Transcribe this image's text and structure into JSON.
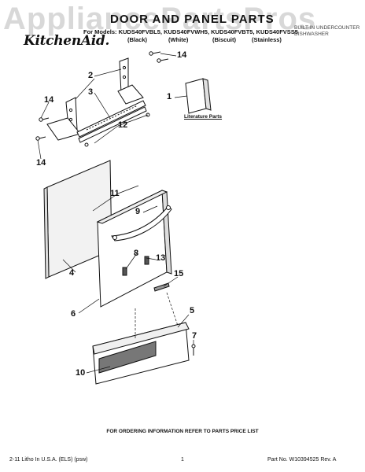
{
  "watermark": "AppliancePartsPros",
  "header": {
    "title": "DOOR AND PANEL PARTS",
    "models_line": "For Models: KUDS40FVBL5, KUDS40FVWH5, KUDS40FVBT5, KUDS40FVSS5",
    "finishes": [
      "(Black)",
      "(White)",
      "(Biscuit)",
      "(Stainless)"
    ],
    "brand": "KitchenAid.",
    "subtitle_line1": "BUILT-IN UNDERCOUNTER",
    "subtitle_line2": "DISHWASHER"
  },
  "callouts": [
    "14",
    "2",
    "3",
    "14",
    "12",
    "14",
    "1",
    "11",
    "9",
    "4",
    "8",
    "13",
    "15",
    "6",
    "5",
    "7",
    "10"
  ],
  "literature_label": "Literature Parts",
  "footer": {
    "ordering_info": "FOR ORDERING INFORMATION REFER TO PARTS PRICE LIST",
    "litho": "2-11 Litho In U.S.A. (ELS) (psw)",
    "page": "1",
    "part_no": "Part No. W10394525 Rev. A"
  }
}
